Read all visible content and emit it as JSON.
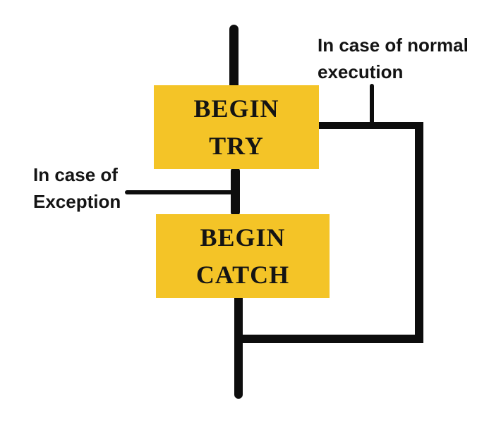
{
  "colors": {
    "background": "#FFFFFF",
    "box-fill": "#F4C427",
    "line": "#0D0D0D",
    "text": "#141414"
  },
  "nodes": {
    "begin_try": {
      "line1": "BEGIN",
      "line2": "TRY"
    },
    "begin_catch": {
      "line1": "BEGIN",
      "line2": "CATCH"
    }
  },
  "annotations": {
    "normal_execution": {
      "line1": "In case of normal",
      "line2": "execution"
    },
    "exception": {
      "line1": "In case of",
      "line2": "Exception"
    }
  }
}
